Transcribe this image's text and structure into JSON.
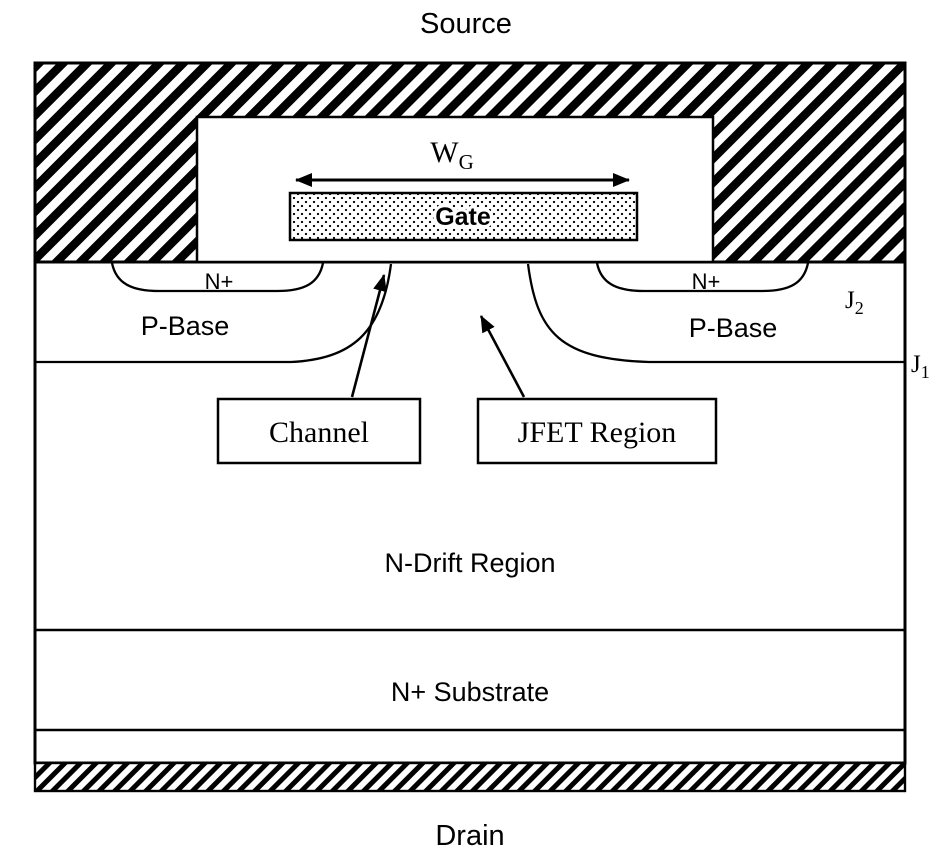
{
  "colors": {
    "ink": "#000000",
    "background": "#ffffff"
  },
  "figure": {
    "top_terminal": "Source",
    "bottom_terminal": "Drain",
    "gate": {
      "label": "Gate",
      "width_symbol": "W",
      "width_symbol_sub": "G"
    },
    "regions": {
      "nplus_left": "N+",
      "nplus_right": "N+",
      "pbase_left": "P-Base",
      "pbase_right": "P-Base",
      "n_drift": "N-Drift Region",
      "n_substrate": "N+ Substrate"
    },
    "junctions": {
      "j1": {
        "main": "J",
        "sub": "1"
      },
      "j2": {
        "main": "J",
        "sub": "2"
      }
    },
    "callouts": {
      "channel": "Channel",
      "jfet": "JFET Region"
    }
  }
}
